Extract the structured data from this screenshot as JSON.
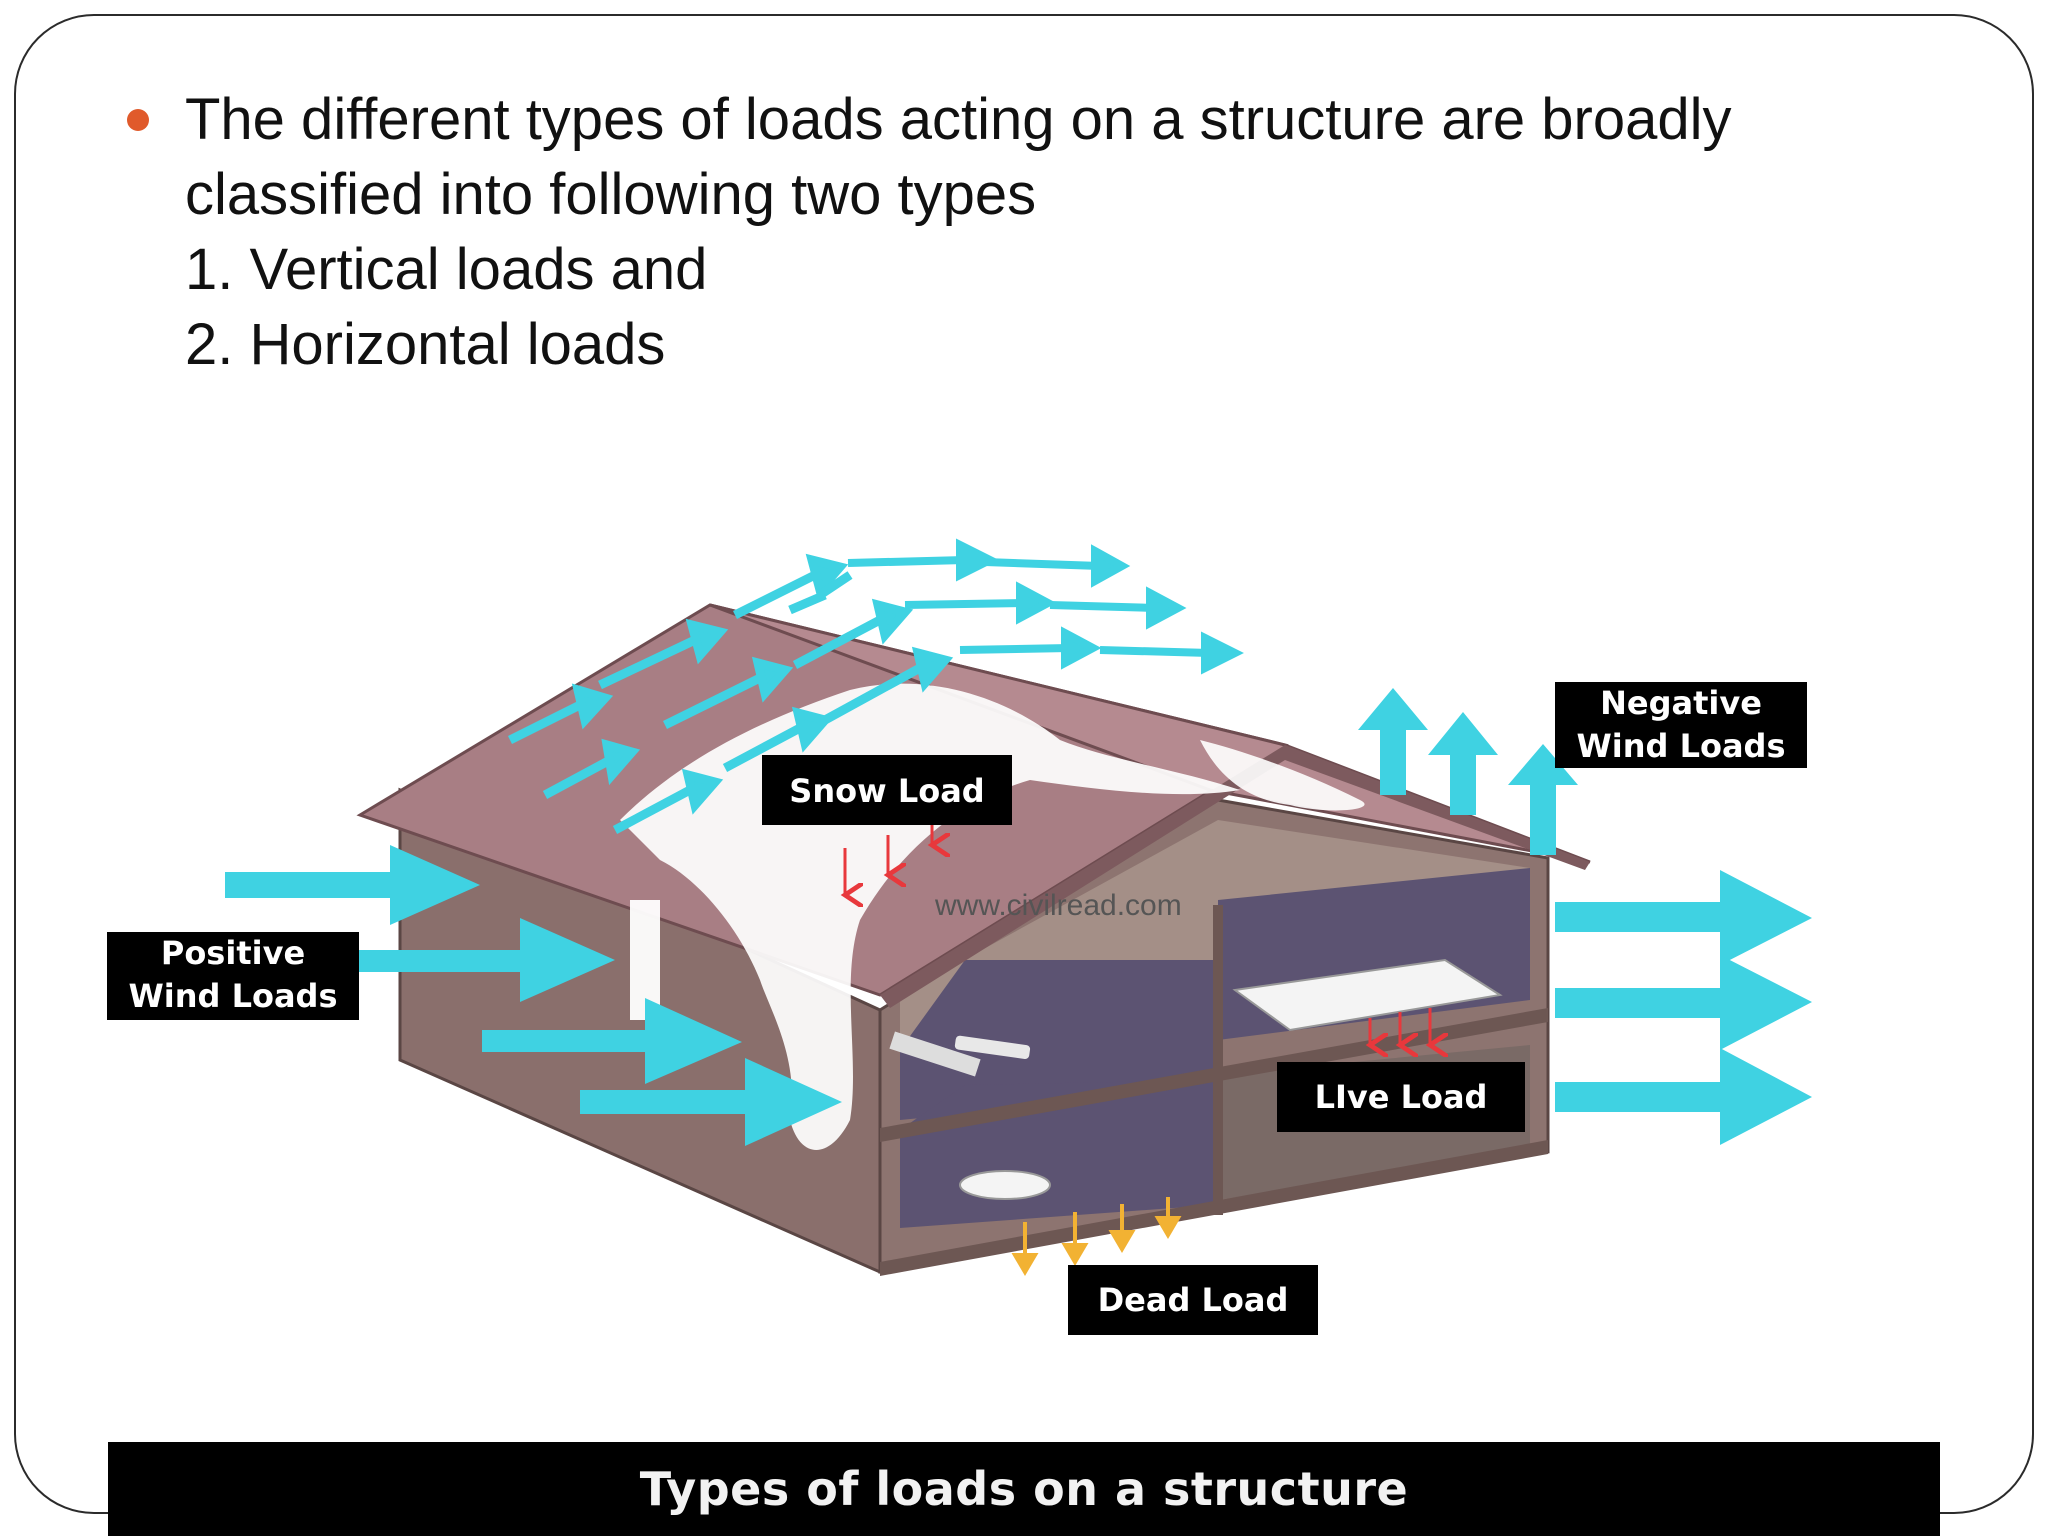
{
  "bullet": {
    "line1": "The different types of loads acting on a structure are broadly",
    "line2": "classified into following two types",
    "item1": "1. Vertical loads and",
    "item2": "2. Horizontal loads"
  },
  "figure": {
    "labels": {
      "snow_load": "Snow Load",
      "positive_wind_1": "Positive",
      "positive_wind_2": "Wind Loads",
      "negative_wind_1": "Negative",
      "negative_wind_2": "Wind Loads",
      "live_load": "LIve Load",
      "dead_load": "Dead Load"
    },
    "watermark": "www.civilread.com",
    "caption": "Types of loads on a structure",
    "colors": {
      "wind_arrow": "#3fd2e2",
      "snow_arrow": "#e8383c",
      "live_arrow": "#e8383c",
      "dead_arrow": "#f2b233",
      "roof": "#a87e84",
      "wall": "#8a6f6c",
      "interior": "#5c5372",
      "bullet": "#e05a2b"
    }
  }
}
